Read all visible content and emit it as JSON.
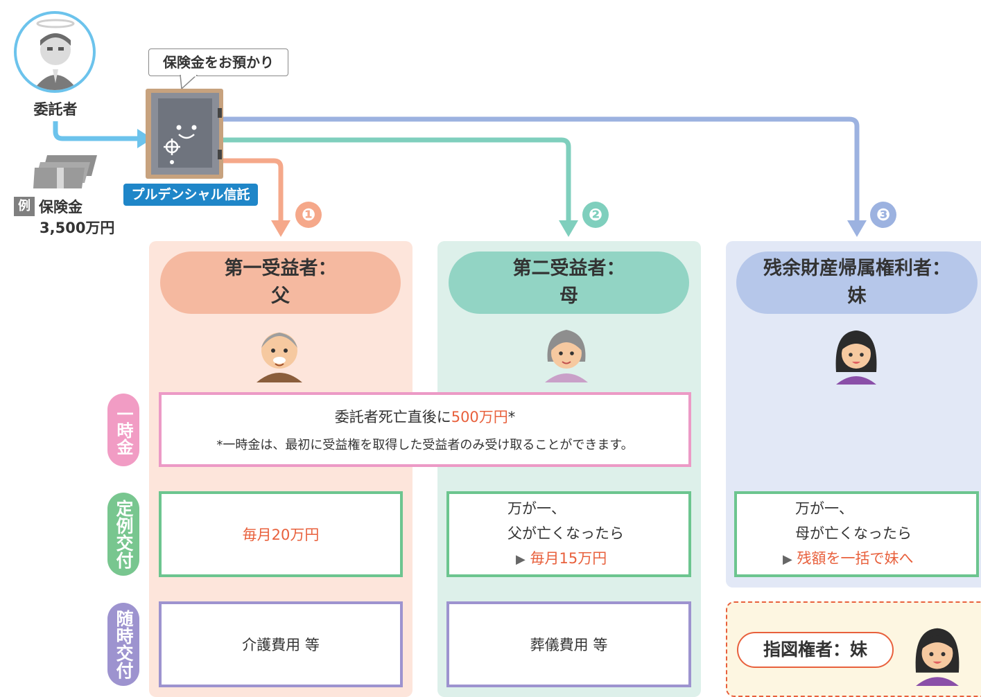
{
  "settlor": {
    "label": "委託者"
  },
  "example": {
    "badge": "例",
    "label": "保険金",
    "amount": "3,500万円"
  },
  "trust": {
    "speech": "保険金をお預かり",
    "company": "プルデンシャル信託"
  },
  "steps": [
    "❶",
    "❷",
    "❸"
  ],
  "colors": {
    "orange": "#f5a88a",
    "green": "#7fcfbd",
    "blue": "#9cb2e0",
    "settlor_arrow": "#6cc3ec",
    "highlight": "#e8603c"
  },
  "beneficiaries": [
    {
      "title_line1": "第一受益者：",
      "title_line2": "父"
    },
    {
      "title_line1": "第二受益者：",
      "title_line2": "母"
    },
    {
      "title_line1": "残余財産帰属権利者：",
      "title_line2": "妹"
    }
  ],
  "rows": {
    "lump_sum": "一時金",
    "regular": "定例交付",
    "occasional": "随時交付"
  },
  "lump_sum_box": {
    "main_prefix": "委託者死亡直後に",
    "main_amount": "500万円",
    "main_suffix": "*",
    "note": "*一時金は、最初に受益権を取得した受益者のみ受け取ることができます。"
  },
  "regular_boxes": [
    {
      "amount": "毎月20万円"
    },
    {
      "line1": "万が一、",
      "line2": "父が亡くなったら",
      "arrow": "▶",
      "amount": "毎月15万円"
    },
    {
      "line1": "万が一、",
      "line2": "母が亡くなったら",
      "arrow": "▶",
      "amount": "残額を一括で妹へ"
    }
  ],
  "occasional_boxes": [
    {
      "text": "介護費用 等"
    },
    {
      "text": "葬儀費用 等"
    }
  ],
  "designee": {
    "label": "指図権者：妹"
  },
  "icons": [
    "angel-settlor-icon",
    "banknotes-icon",
    "safe-icon",
    "father-icon",
    "mother-icon",
    "sister-icon"
  ]
}
